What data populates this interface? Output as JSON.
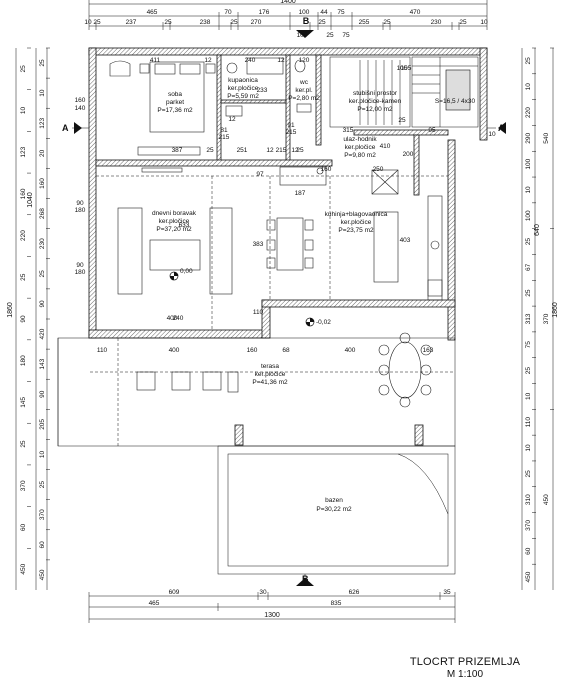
{
  "drawing": {
    "title": "TLOCRT PRIZEMLJA",
    "scale": "M 1:100"
  },
  "section_marks": {
    "a": "A",
    "b": "B"
  },
  "rooms": [
    {
      "id": "soba",
      "name": "soba",
      "floor": "parket",
      "area": "P=17,36 m2"
    },
    {
      "id": "kupaonica",
      "name": "kupaonica",
      "floor": "ker.pločice",
      "area": "P=5,59 m2"
    },
    {
      "id": "wc",
      "name": "wc",
      "floor": "ker.pl.",
      "area": "P=2,80 m2"
    },
    {
      "id": "stubisni",
      "name": "stubišni prostor",
      "floor": "ker.pločice-kamen",
      "area": "P=12,00 m2"
    },
    {
      "id": "hodnik",
      "name": "ulaz-hodnik",
      "floor": "ker.pločice",
      "area": "P=9,80 m2"
    },
    {
      "id": "boravak",
      "name": "dnevni boravak",
      "floor": "ker.pločice",
      "area": "P=37,20 m2"
    },
    {
      "id": "kuhinja",
      "name": "kuhinja+blagovaonica",
      "floor": "ker.pločice",
      "area": "P=23,75 m2"
    },
    {
      "id": "terasa",
      "name": "terasa",
      "floor": "ker.pločice",
      "area": "P=41,36 m2"
    },
    {
      "id": "bazen",
      "name": "bazen",
      "floor": "",
      "area": "P=30,22 m2"
    }
  ],
  "levels": {
    "main": "0,00",
    "terrace": "-0,02"
  },
  "stair": "S=16,5 / 4x30",
  "dims_top": {
    "total": "1400",
    "r2": [
      "465",
      "70",
      "176",
      "100",
      "44",
      "75",
      "470"
    ],
    "r3": [
      "10",
      "25",
      "237",
      "25",
      "238",
      "25",
      "270",
      "B",
      "25",
      "255",
      "25",
      "230",
      "25",
      "10"
    ]
  },
  "dims_bottom": {
    "r1": [
      "609",
      "30",
      "626",
      "35"
    ],
    "r2": [
      "465",
      "835"
    ],
    "total": "1300"
  },
  "dims_left": {
    "total": "1860",
    "upper": "1040",
    "r1": [
      "25",
      "10",
      "123",
      "20",
      "160",
      "268",
      "230",
      "25",
      "90",
      "420",
      "143",
      "90",
      "205",
      "10",
      "25",
      "370",
      "60",
      "450"
    ],
    "r2": [
      "25",
      "10",
      "123",
      "160",
      "220",
      "25",
      "90",
      "180",
      "145",
      "25",
      "370",
      "60",
      "450"
    ]
  },
  "dims_right": {
    "total": "1860",
    "upper": "640",
    "r1": [
      "25",
      "10",
      "220",
      "290",
      "100",
      "10",
      "100",
      "25",
      "67",
      "25",
      "313",
      "75",
      "25",
      "10",
      "110",
      "10",
      "25",
      "310",
      "370",
      "60",
      "450"
    ],
    "r2": [
      "540",
      "370",
      "450"
    ]
  },
  "interior_dims": [
    "411",
    "12",
    "240",
    "12",
    "120",
    "160",
    "140",
    "233",
    "81",
    "215",
    "12",
    "91",
    "215",
    "387",
    "25",
    "251",
    "12",
    "215",
    "12",
    "25",
    "105",
    "315",
    "25",
    "410",
    "95",
    "200",
    "160",
    "250",
    "97",
    "187",
    "633",
    "90",
    "180",
    "383",
    "403",
    "90",
    "180",
    "400",
    "240",
    "110",
    "110",
    "400",
    "160",
    "68",
    "400",
    "163",
    "105",
    "75",
    "25",
    "100",
    "10"
  ]
}
